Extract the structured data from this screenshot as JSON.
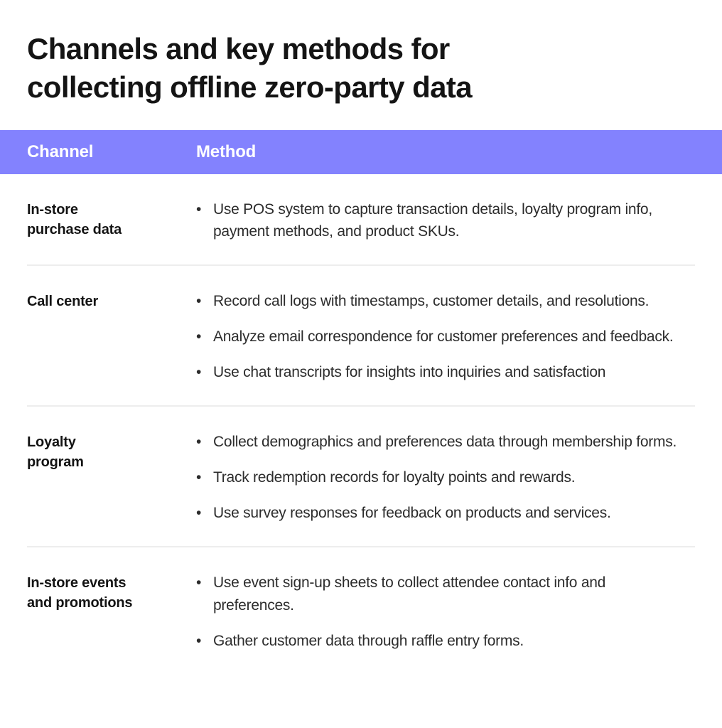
{
  "page": {
    "title": "Channels and key methods for collecting offline zero-party data",
    "background_color": "#ffffff",
    "accent_color": "#8382FE",
    "divider_color": "#ededed",
    "body_text_color": "#2c2c2c",
    "heading_text_color": "#141414"
  },
  "table": {
    "headers": {
      "channel": "Channel",
      "method": "Method"
    },
    "bullet_glyph": "•",
    "rows": [
      {
        "channel": "In-store\npurchase data",
        "methods": [
          "Use POS system to capture transaction details, loyalty program info, payment methods, and product SKUs."
        ]
      },
      {
        "channel": "Call center",
        "methods": [
          "Record call logs with timestamps, customer details, and resolutions.",
          "Analyze email correspondence for customer preferences and feedback.",
          "Use chat transcripts for insights into inquiries and satisfaction"
        ]
      },
      {
        "channel": "Loyalty\nprogram",
        "methods": [
          "Collect demographics and preferences data through membership forms.",
          "Track redemption records for loyalty points and rewards.",
          "Use survey responses for feedback on products and services."
        ]
      },
      {
        "channel": "In-store events\nand promotions",
        "methods": [
          "Use event sign-up sheets to collect attendee contact info and preferences.",
          "Gather customer data through raffle entry forms."
        ]
      }
    ]
  }
}
